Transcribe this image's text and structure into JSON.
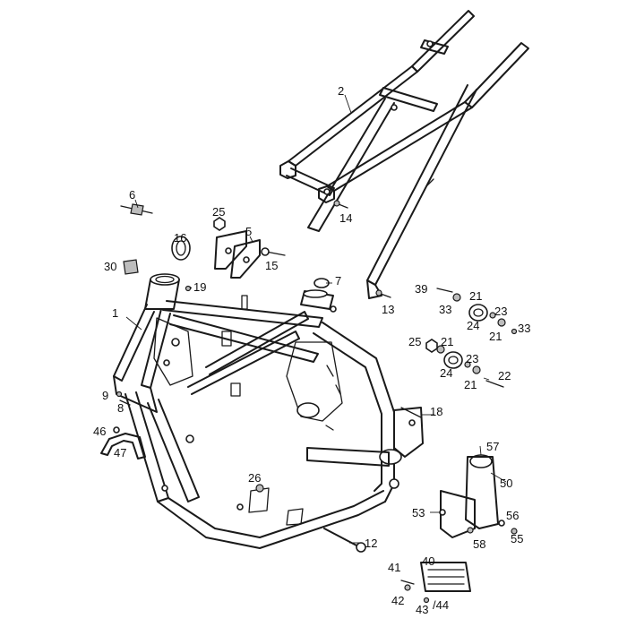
{
  "diagram": {
    "callouts": [
      {
        "id": "c1",
        "label": "1"
      },
      {
        "id": "c2",
        "label": "2"
      },
      {
        "id": "c5",
        "label": "5"
      },
      {
        "id": "c6",
        "label": "6"
      },
      {
        "id": "c7",
        "label": "7"
      },
      {
        "id": "c8",
        "label": "8"
      },
      {
        "id": "c9",
        "label": "9"
      },
      {
        "id": "c12",
        "label": "12"
      },
      {
        "id": "c13",
        "label": "13"
      },
      {
        "id": "c14",
        "label": "14"
      },
      {
        "id": "c15",
        "label": "15"
      },
      {
        "id": "c16",
        "label": "16"
      },
      {
        "id": "c18",
        "label": "18"
      },
      {
        "id": "c19",
        "label": "19"
      },
      {
        "id": "c21a",
        "label": "21"
      },
      {
        "id": "c21b",
        "label": "21"
      },
      {
        "id": "c21c",
        "label": "21"
      },
      {
        "id": "c21d",
        "label": "21"
      },
      {
        "id": "c22",
        "label": "22"
      },
      {
        "id": "c23a",
        "label": "23"
      },
      {
        "id": "c23b",
        "label": "23"
      },
      {
        "id": "c24a",
        "label": "24"
      },
      {
        "id": "c24b",
        "label": "24"
      },
      {
        "id": "c25a",
        "label": "25"
      },
      {
        "id": "c25b",
        "label": "25"
      },
      {
        "id": "c26",
        "label": "26"
      },
      {
        "id": "c30",
        "label": "30"
      },
      {
        "id": "c33a",
        "label": "33"
      },
      {
        "id": "c33b",
        "label": "33"
      },
      {
        "id": "c39",
        "label": "39"
      },
      {
        "id": "c40",
        "label": "40"
      },
      {
        "id": "c41",
        "label": "41"
      },
      {
        "id": "c42",
        "label": "42"
      },
      {
        "id": "c43",
        "label": "43"
      },
      {
        "id": "c44",
        "label": "/44"
      },
      {
        "id": "c46",
        "label": "46"
      },
      {
        "id": "c47",
        "label": "47"
      },
      {
        "id": "c50",
        "label": "50"
      },
      {
        "id": "c53",
        "label": "53"
      },
      {
        "id": "c55",
        "label": "55"
      },
      {
        "id": "c56",
        "label": "56"
      },
      {
        "id": "c57",
        "label": "57"
      },
      {
        "id": "c58",
        "label": "58"
      }
    ]
  }
}
